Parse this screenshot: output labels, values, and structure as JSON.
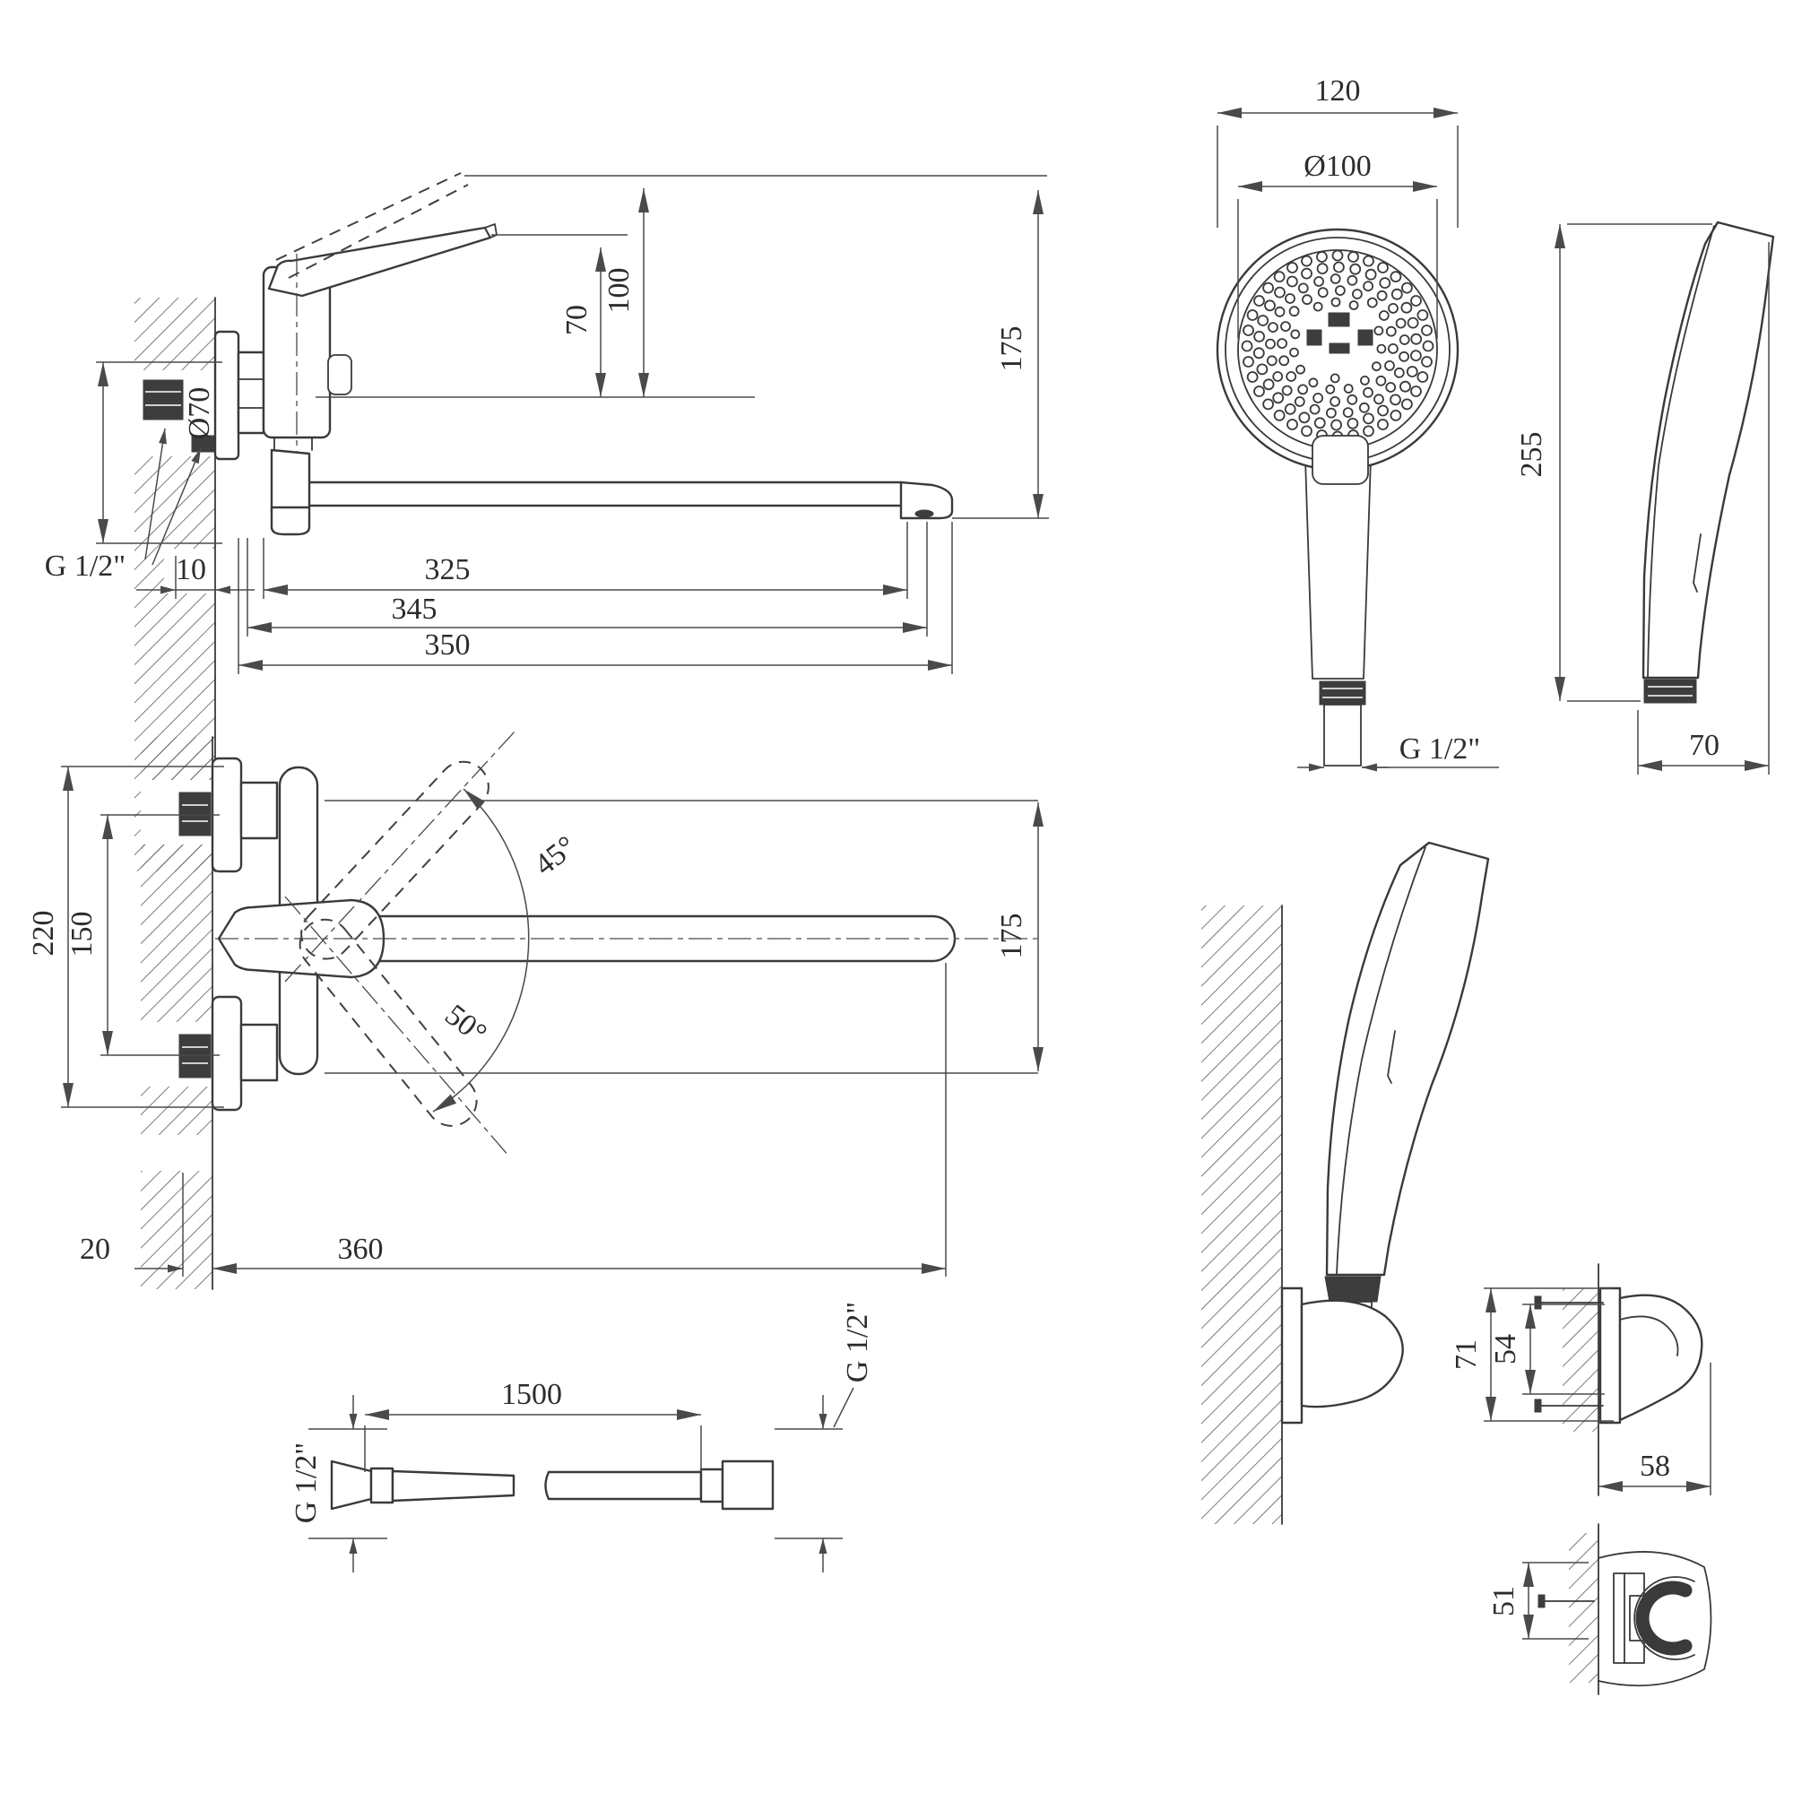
{
  "drawing_type": "bath mixer with shower set - dimensional technical drawing",
  "colors": {
    "background": "#ffffff",
    "line": "#3a3a3a",
    "text": "#2c2c2c"
  },
  "mixer_side": {
    "lever_height": "70",
    "lever_height_open": "100",
    "total_height": "175",
    "flange_diameter": "Ø70",
    "thread": "G 1/2\"",
    "wall_offset": "10",
    "spout_reach": "325",
    "spout_reach_mid": "345",
    "spout_reach_max": "350"
  },
  "mixer_top": {
    "overall_width": "220",
    "inlet_centers": "150",
    "swivel_up": "45°",
    "swivel_down": "50°",
    "depth": "175",
    "wall_gap": "20",
    "length": "360"
  },
  "handshower_front": {
    "head_width": "120",
    "face_diameter": "Ø100",
    "thread": "G 1/2\""
  },
  "handshower_side": {
    "height": "255",
    "depth": "70"
  },
  "hose": {
    "length": "1500",
    "thread_left": "G 1/2\"",
    "thread_right": "G 1/2\""
  },
  "holder_side": {
    "height": "71",
    "screw_spacing": "54",
    "depth": "58"
  },
  "holder_top": {
    "width": "51"
  }
}
